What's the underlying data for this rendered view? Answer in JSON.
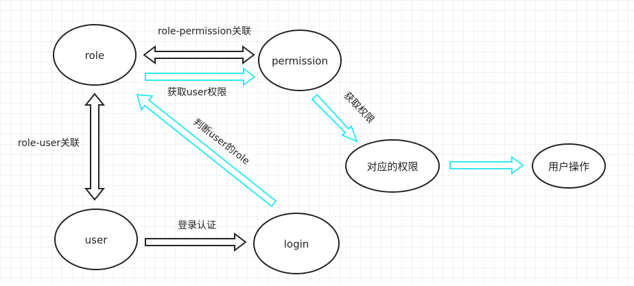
{
  "colors": {
    "background": "#ffffff",
    "grid": "#e3e3e3",
    "node_stroke": "#222222",
    "dark_arrow_fill": "#ffffff",
    "dark_arrow_stroke": "#222222",
    "cyan_arrow_fill": "#ffffff",
    "cyan_arrow_stroke": "#33e8f0"
  },
  "nodes": {
    "role": "role",
    "permission": "permission",
    "user": "user",
    "login": "login",
    "corresponding_permission": "对应的权限",
    "user_operation": "用户操作"
  },
  "edges": {
    "role_permission": "role-permission关联",
    "get_user_permission": "获取user权限",
    "role_user": "role-user关联",
    "judge_user_role": "判断user的role",
    "get_permission": "获取权限",
    "login_auth": "登录认证"
  }
}
